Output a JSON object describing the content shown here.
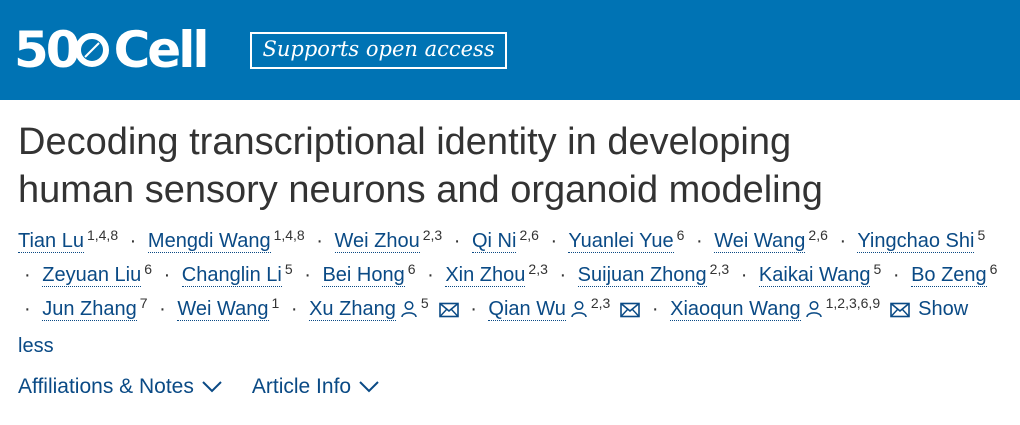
{
  "header": {
    "logo_number": "50",
    "logo_word": "Cell",
    "badge": "Supports open access",
    "brand_color": "#0073b4"
  },
  "article": {
    "title_line1": "Decoding transcriptional identity in developing",
    "title_line2": "human sensory neurons and organoid modeling"
  },
  "authors": [
    {
      "name": "Tian Lu",
      "sup": "1,4,8"
    },
    {
      "name": "Mengdi Wang",
      "sup": "1,4,8"
    },
    {
      "name": "Wei Zhou",
      "sup": "2,3"
    },
    {
      "name": "Qi Ni",
      "sup": "2,6"
    },
    {
      "name": "Yuanlei Yue",
      "sup": "6"
    },
    {
      "name": "Wei Wang",
      "sup": "2,6"
    },
    {
      "name": "Yingchao Shi",
      "sup": "5"
    },
    {
      "name": "Zeyuan Liu",
      "sup": "6"
    },
    {
      "name": "Changlin Li",
      "sup": "5"
    },
    {
      "name": "Bei Hong",
      "sup": "6"
    },
    {
      "name": "Xin Zhou",
      "sup": "2,3"
    },
    {
      "name": "Suijuan Zhong",
      "sup": "2,3"
    },
    {
      "name": "Kaikai Wang",
      "sup": "5"
    },
    {
      "name": "Bo Zeng",
      "sup": "6"
    },
    {
      "name": "Jun Zhang",
      "sup": "7"
    },
    {
      "name": "Wei Wang",
      "sup": "1"
    },
    {
      "name": "Xu Zhang",
      "sup": "5",
      "corresponding": true
    },
    {
      "name": "Qian Wu",
      "sup": "2,3",
      "corresponding": true
    },
    {
      "name": "Xiaoqun Wang",
      "sup": "1,2,3,6,9",
      "corresponding": true
    }
  ],
  "separator": "·",
  "show_less": "Show less",
  "meta": {
    "affiliations": "Affiliations & Notes",
    "article_info": "Article Info"
  },
  "icons": [
    "person-icon",
    "envelope-icon",
    "chevron-down-icon"
  ]
}
